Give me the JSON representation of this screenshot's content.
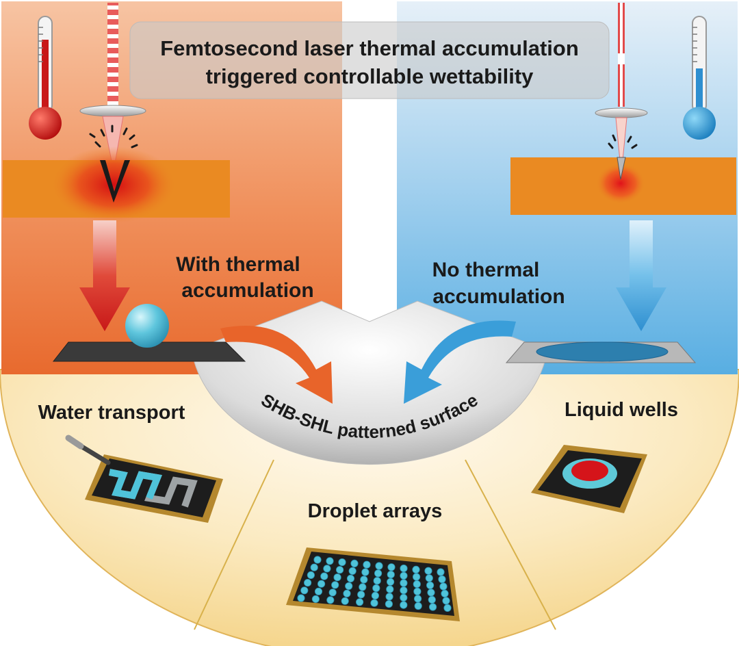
{
  "title": {
    "line1": "Femtosecond laser thermal accumulation",
    "line2": "triggered controllable wettability"
  },
  "left_panel": {
    "label_line1": "With thermal",
    "label_line2": "accumulation",
    "thermometer": "thermometer-hot-icon",
    "color": "#e9743e"
  },
  "right_panel": {
    "label_line1": "No thermal",
    "label_line2": "accumulation",
    "thermometer": "thermometer-cold-icon",
    "color": "#69b4df"
  },
  "center": {
    "label": "SHB-SHL patterned surface"
  },
  "applications": {
    "water_transport": "Water transport",
    "droplet_arrays": "Droplet arrays",
    "liquid_wells": "Liquid wells"
  },
  "colors": {
    "hot": "#d81e1e",
    "cold": "#2f8fd1",
    "material": "#ea8a22",
    "water": "#4fc3d9",
    "fan": "#f5d587"
  }
}
